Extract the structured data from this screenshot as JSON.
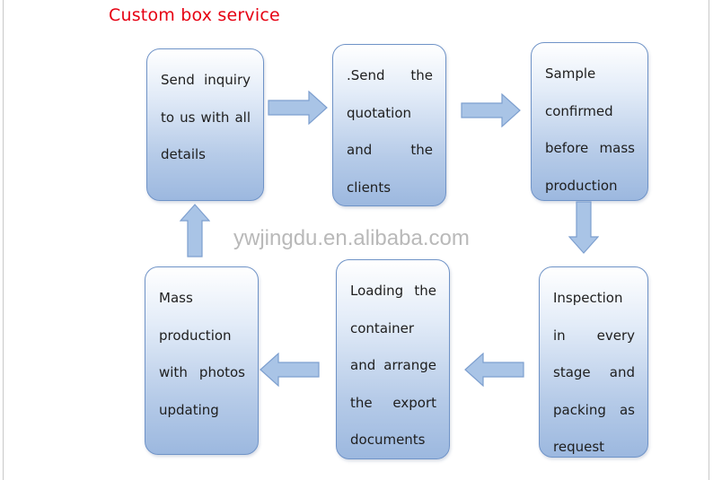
{
  "title": "Custom box service",
  "watermark": "ywjingdu.en.alibaba.com",
  "steps": [
    {
      "text": "Send inquiry to us with all details"
    },
    {
      "text": ".Send the quotation and the clients"
    },
    {
      "text": "Sample confirmed before mass production"
    },
    {
      "text": "Inspection in every stage and packing as request"
    },
    {
      "text": "Loading the container and arrange the export documents"
    },
    {
      "text": "Mass production with photos updating"
    }
  ],
  "colors": {
    "title": "#e60012",
    "box_border": "#6f93c7",
    "arrow_fill": "#a9c4e6",
    "arrow_stroke": "#7d9fcf",
    "watermark": "#b9b9b9"
  }
}
